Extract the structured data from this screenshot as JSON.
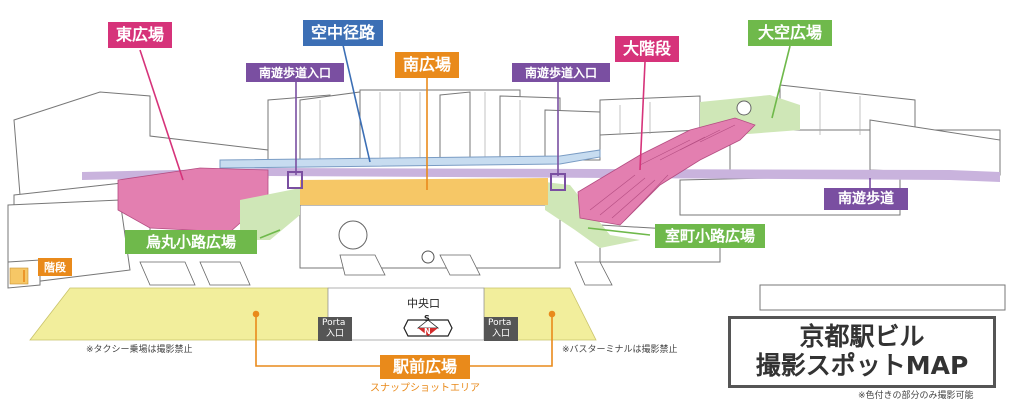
{
  "labels": {
    "east_plaza": "東広場",
    "skyway": "空中径路",
    "south_plaza": "南広場",
    "big_stairs": "大階段",
    "sky_plaza": "大空広場",
    "south_entrance_left": "南遊歩道入口",
    "south_entrance_right": "南遊歩道入口",
    "south_promenade": "南遊歩道",
    "karasuma_plaza": "烏丸小路広場",
    "muromachi_plaza": "室町小路広場",
    "stairs_small": "階段",
    "central_exit": "中央口",
    "porta_left_line1": "Porta",
    "porta_left_line2": "入口",
    "porta_right_line1": "Porta",
    "porta_right_line2": "入口",
    "compass_s": "S",
    "compass_n": "N",
    "station_plaza": "駅前広場",
    "snap_area": "スナップショットエリア"
  },
  "notes": {
    "taxi": "※タクシー乗場は撮影禁止",
    "bus": "※バスターミナルは撮影禁止",
    "colored_only": "※色付きの部分のみ撮影可能"
  },
  "title": {
    "line1": "京都駅ビル",
    "line2": "撮影スポットMAP"
  },
  "colors": {
    "pink": "#d6337a",
    "blue": "#3c6fb5",
    "orange": "#e98a1b",
    "purple": "#7a4fa1",
    "green": "#6fb94b",
    "yellow_zone": "#f2ee9c",
    "purple_zone": "#c9b3dd",
    "pink_zone": "#e37fb0",
    "green_zone": "#cfe7b7",
    "orange_zone": "#f6c766",
    "skyway_zone": "#c7dcf0"
  }
}
